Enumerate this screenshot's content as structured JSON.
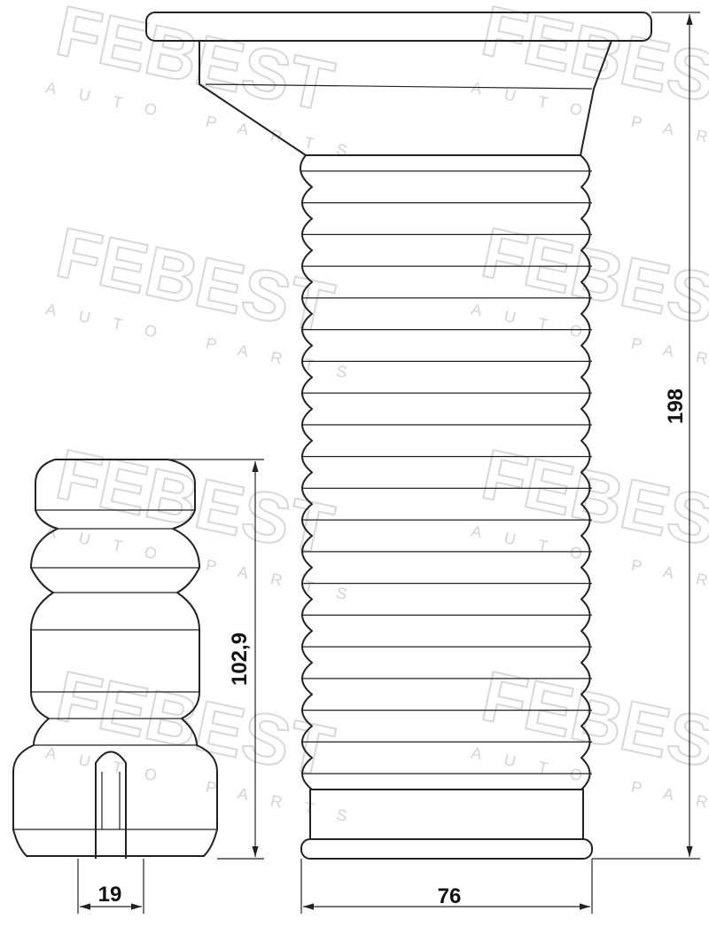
{
  "watermark": {
    "brand": "FEBEST",
    "tagline": "AUTO PARTS"
  },
  "dimensions": {
    "boot_height": "198",
    "boot_diameter": "76",
    "bumper_height": "102,9",
    "bumper_bore": "19"
  },
  "colors": {
    "line": "#222222",
    "watermark": "#d8d8d8"
  }
}
